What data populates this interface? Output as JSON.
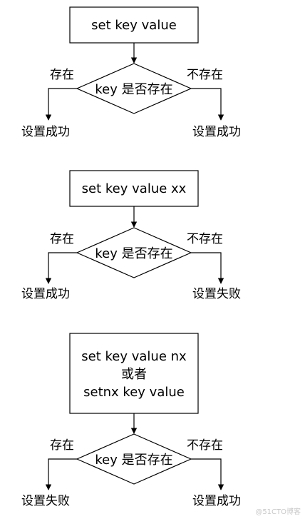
{
  "flowcharts": [
    {
      "box_lines": [
        "set key value"
      ],
      "decision": "key 是否存在",
      "left_branch": "存在",
      "right_branch": "不存在",
      "left_result": "设置成功",
      "right_result": "设置成功"
    },
    {
      "box_lines": [
        "set key value xx"
      ],
      "decision": "key 是否存在",
      "left_branch": "存在",
      "right_branch": "不存在",
      "left_result": "设置成功",
      "right_result": "设置失败"
    },
    {
      "box_lines": [
        "set key value nx",
        "或者",
        "setnx key value"
      ],
      "decision": "key 是否存在",
      "left_branch": "存在",
      "right_branch": "不存在",
      "left_result": "设置失败",
      "right_result": "设置成功"
    }
  ],
  "watermark": "@51CTO博客"
}
